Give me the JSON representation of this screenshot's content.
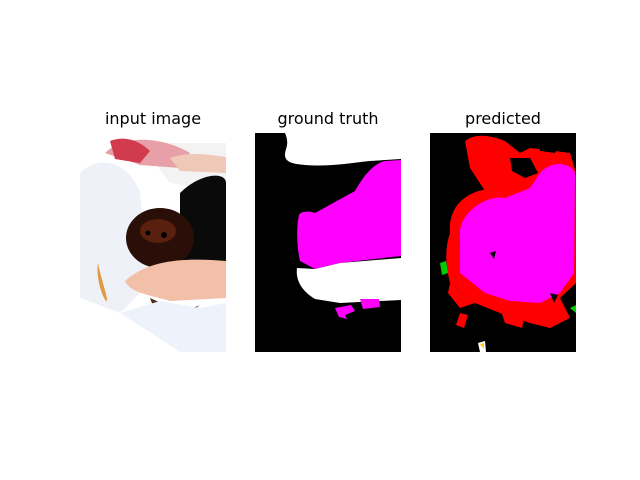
{
  "figure": {
    "panels": [
      {
        "title": "input image"
      },
      {
        "title": "ground truth"
      },
      {
        "title": "predicted"
      }
    ]
  },
  "colors": {
    "background": "#ffffff",
    "mask_background": "#000000",
    "mask_person": "#ffffff",
    "mask_dog": "#ff00ff",
    "pred_red": "#ff0000",
    "pred_green": "#00cc00"
  }
}
